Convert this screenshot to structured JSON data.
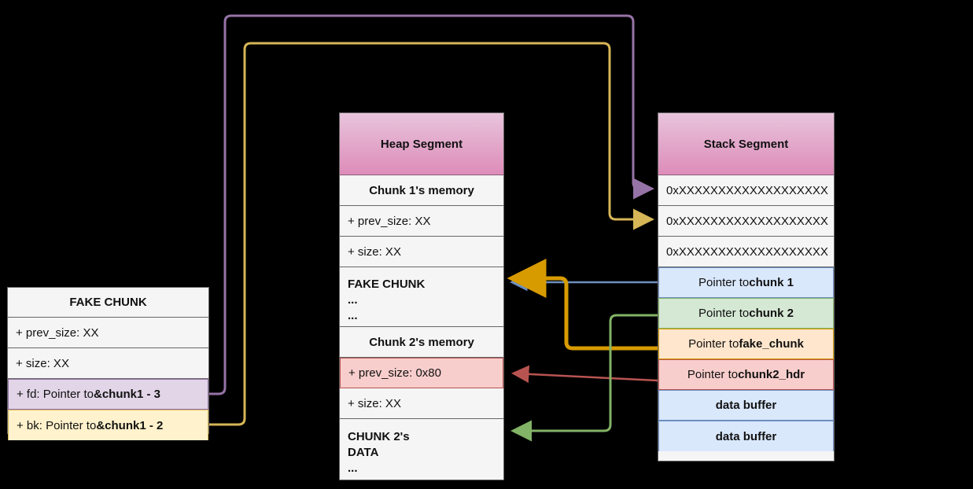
{
  "diagram": {
    "title": "Heap fake chunk / unlink exploitation layout",
    "colors": {
      "header_gradient_top": "#e8c4dc",
      "header_gradient_bottom": "#dd8cb9",
      "blue_fill": "#dae8fc",
      "blue_stroke": "#6c8ebf",
      "green_fill": "#d5e8d4",
      "green_stroke": "#82b366",
      "orange_fill": "#ffe6cc",
      "orange_stroke": "#d79b00",
      "pink_fill": "#f8cecc",
      "pink_stroke": "#b85450",
      "purple_fill": "#e1d5e7",
      "purple_stroke": "#9673a6",
      "yellow_fill": "#fff2cc",
      "yellow_stroke": "#d6b656",
      "neutral_fill": "#f5f5f5",
      "neutral_stroke": "#666666",
      "background": "#000000"
    }
  },
  "heap": {
    "title": "Heap Segment",
    "rows": [
      {
        "label": "Chunk 1's memory",
        "style": "center"
      },
      {
        "label": "+ prev_size: XX",
        "style": "plain"
      },
      {
        "label": "+ size: XX",
        "style": "plain"
      },
      {
        "label": "FAKE CHUNK\n...\n...",
        "style": "multi"
      },
      {
        "label": "Chunk 2's memory",
        "style": "center"
      },
      {
        "label": "+ prev_size: 0x80",
        "style": "pink"
      },
      {
        "label": "+ size: XX",
        "style": "plain"
      },
      {
        "label": "CHUNK 2's\nDATA\n...",
        "style": "multi"
      }
    ]
  },
  "stack": {
    "title": "Stack Segment",
    "rows": [
      {
        "label": "0xXXXXXXXXXXXXXXXXXXX",
        "style": "plain"
      },
      {
        "label": "0xXXXXXXXXXXXXXXXXXXX",
        "style": "plain"
      },
      {
        "label": "0xXXXXXXXXXXXXXXXXXXX",
        "style": "plain"
      },
      {
        "prefix": "Pointer to ",
        "strong": "chunk 1",
        "style": "blue"
      },
      {
        "prefix": "Pointer to ",
        "strong": "chunk 2",
        "style": "green"
      },
      {
        "prefix": "Pointer to ",
        "strong": "fake_chunk",
        "style": "orange"
      },
      {
        "prefix": "Pointer to ",
        "strong": "chunk2_hdr",
        "style": "pink"
      },
      {
        "label": "data buffer",
        "style": "blue-bold"
      },
      {
        "label": "data buffer",
        "style": "blue-bold"
      }
    ]
  },
  "fake_chunk": {
    "title": "FAKE CHUNK",
    "rows": [
      {
        "label": "+ prev_size: XX",
        "style": "plain"
      },
      {
        "label": "+ size: XX",
        "style": "plain"
      },
      {
        "prefix": "+ fd: Pointer to ",
        "strong": "&chunk1 - 3",
        "style": "purple"
      },
      {
        "prefix": "+ bk: Pointer to ",
        "strong": "&chunk1 - 2",
        "style": "yellow"
      }
    ]
  },
  "connections": [
    {
      "name": "fd-to-stack-slot-1",
      "color": "#9673a6",
      "from": "fake_chunk.fd",
      "to": "stack.row1"
    },
    {
      "name": "bk-to-stack-slot-2",
      "color": "#d6b656",
      "from": "fake_chunk.bk",
      "to": "stack.row2"
    },
    {
      "name": "chunk1-pointer-to-heap",
      "color": "#6c8ebf",
      "from": "stack.pointer_to_chunk_1",
      "to": "heap.fake_chunk"
    },
    {
      "name": "fake-chunk-pointer-to-heap",
      "color": "#d79b00",
      "from": "stack.pointer_to_fake_chunk",
      "to": "heap.fake_chunk"
    },
    {
      "name": "chunk2hdr-pointer-to-heap",
      "color": "#b85450",
      "from": "stack.pointer_to_chunk2_hdr",
      "to": "heap.chunk2_prev_size"
    },
    {
      "name": "chunk2-pointer-to-heap",
      "color": "#82b366",
      "from": "stack.pointer_to_chunk_2",
      "to": "heap.chunk2_data"
    }
  ]
}
